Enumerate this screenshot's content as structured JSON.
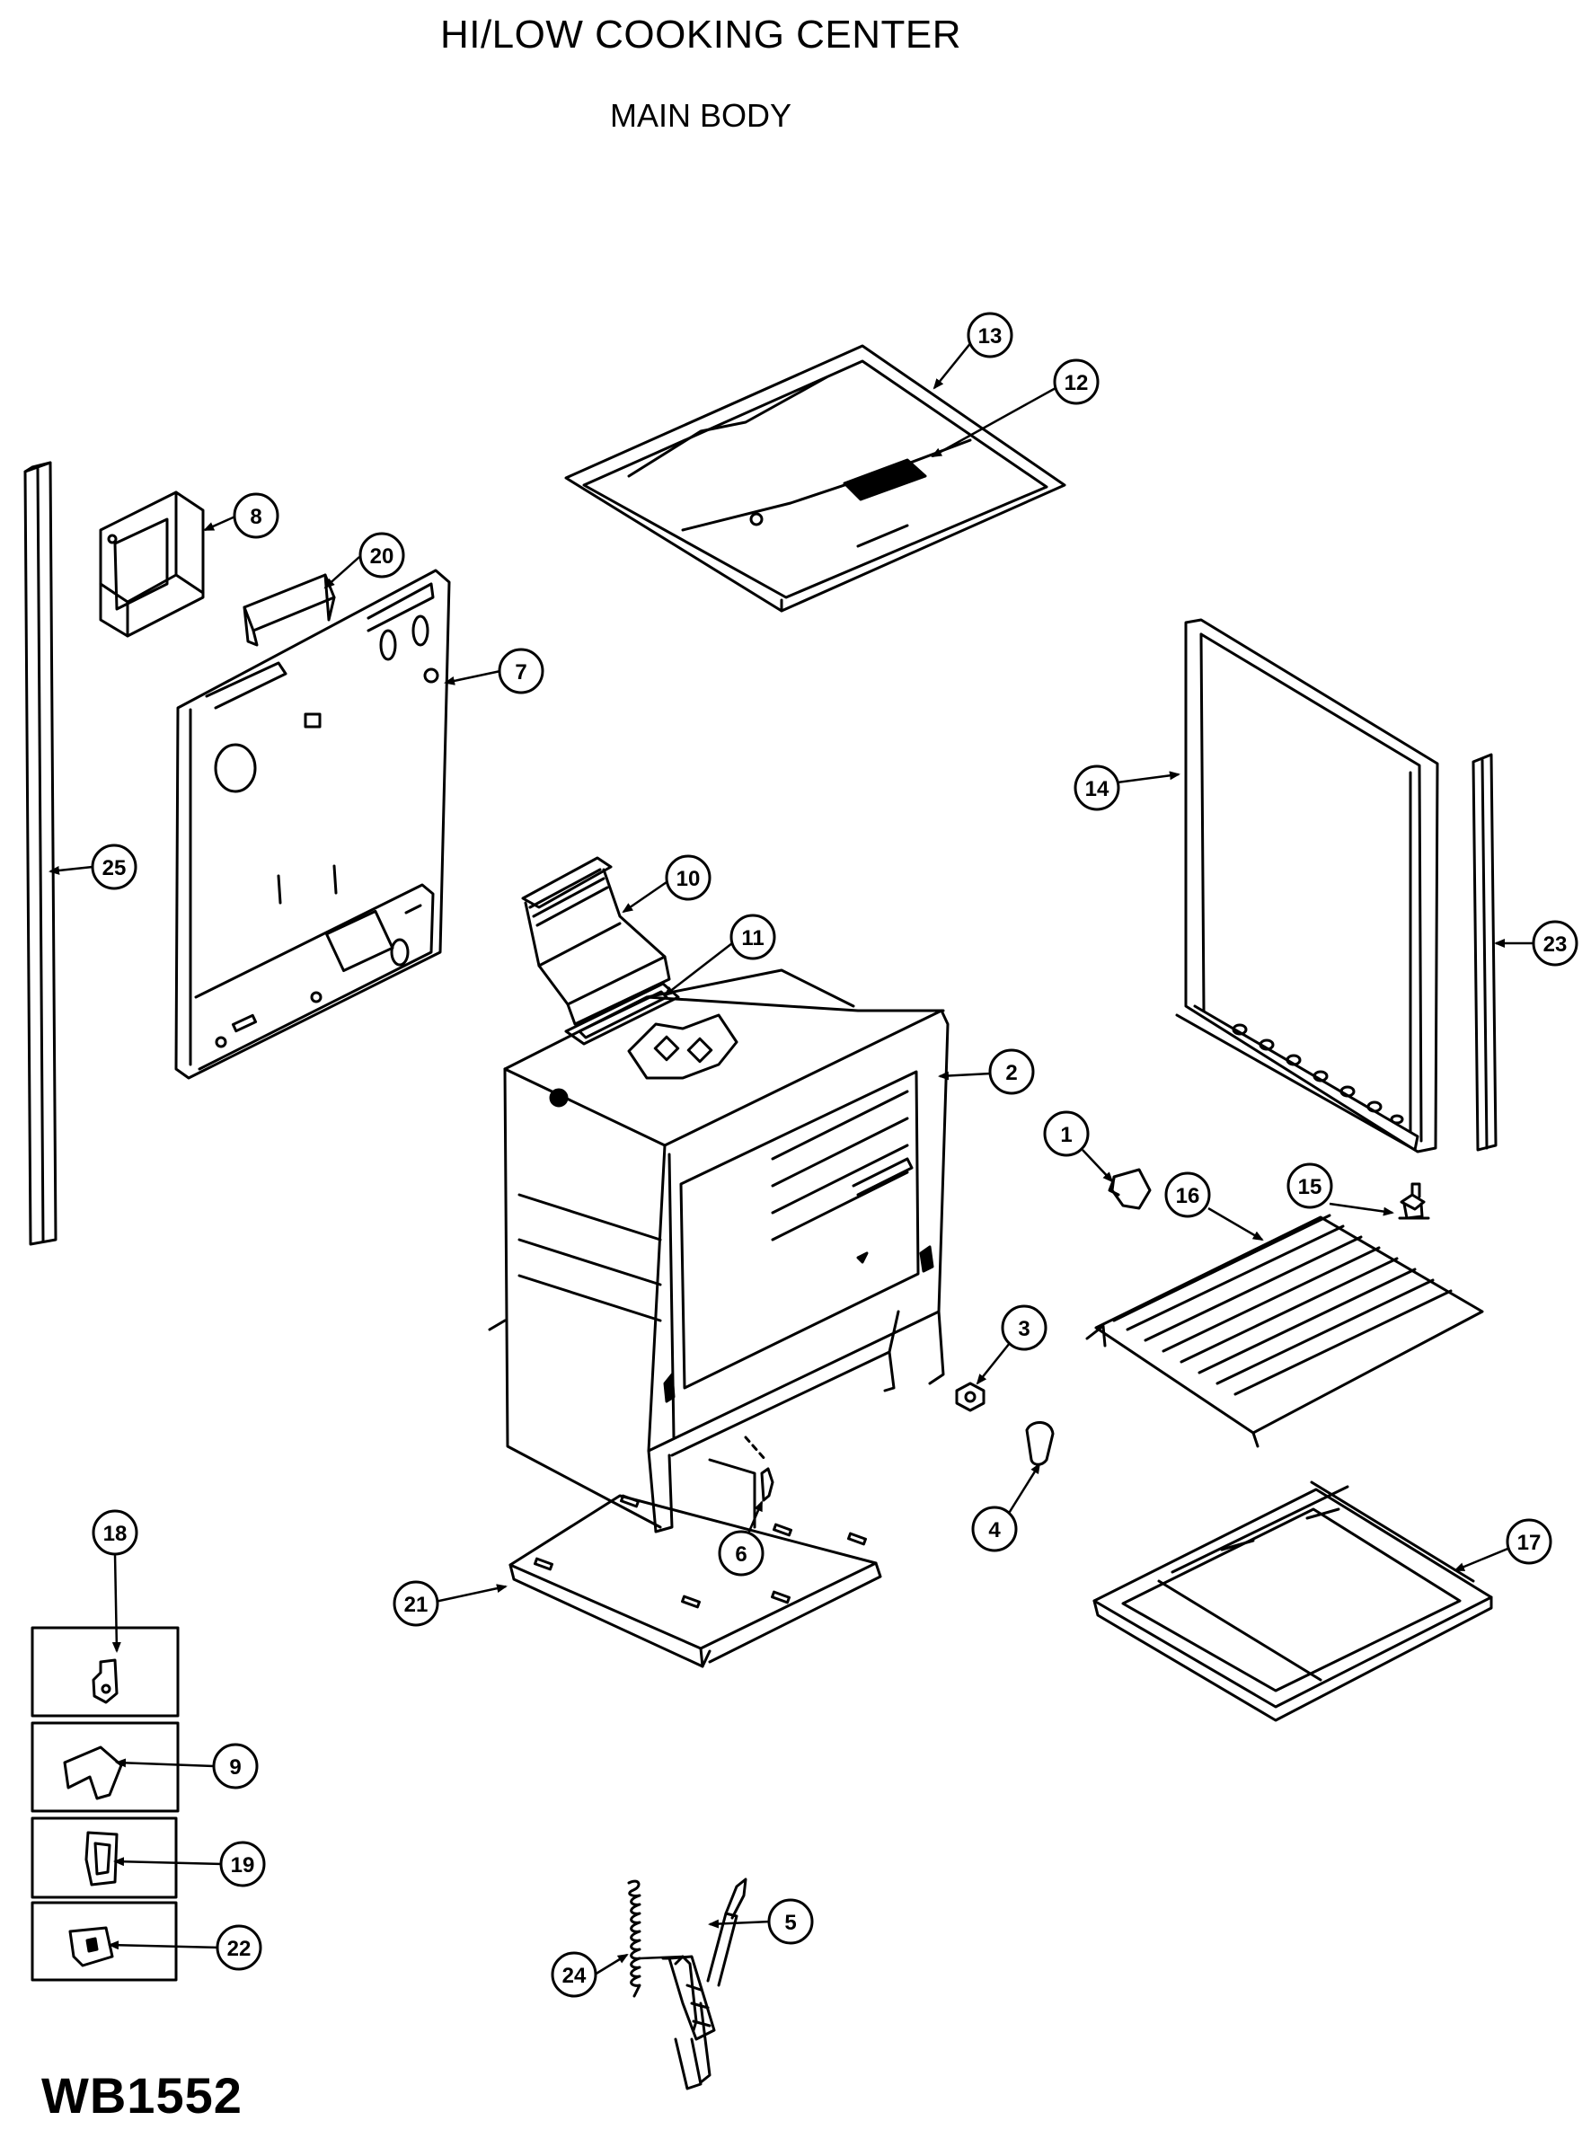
{
  "header": {
    "title": "HI/LOW COOKING CENTER",
    "subtitle": "MAIN BODY"
  },
  "footer": {
    "model_code": "WB1552"
  },
  "callouts": [
    "1",
    "2",
    "3",
    "4",
    "5",
    "6",
    "7",
    "8",
    "9",
    "10",
    "11",
    "12",
    "13",
    "14",
    "15",
    "16",
    "17",
    "18",
    "19",
    "20",
    "21",
    "22",
    "23",
    "24",
    "25"
  ]
}
